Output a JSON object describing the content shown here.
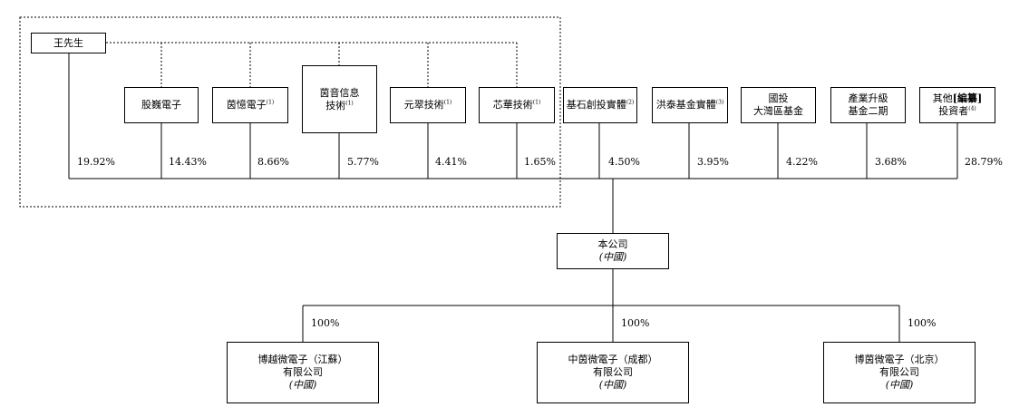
{
  "control_group": {
    "holder": "王先生",
    "entities": [
      {
        "name": "股巍電子",
        "note": "",
        "percent": "14.43%"
      },
      {
        "name": "茵憶電子",
        "note": "(1)",
        "percent": "8.66%"
      },
      {
        "name_line1": "茵音信息",
        "name_line2": "技術",
        "note": "(1)",
        "percent": "5.77%"
      },
      {
        "name": "元翠技術",
        "note": "(1)",
        "percent": "4.41%"
      },
      {
        "name": "芯華技術",
        "note": "(1)",
        "percent": "1.65%"
      }
    ],
    "holder_percent": "19.92%"
  },
  "other_shareholders": [
    {
      "line1": "基石創投實體",
      "note": "(2)",
      "percent": "4.50%"
    },
    {
      "line1": "洪泰基金實體",
      "note": "(3)",
      "percent": "3.95%"
    },
    {
      "line1": "國投",
      "line2": "大灣區基金",
      "percent": "4.22%"
    },
    {
      "line1": "產業升級",
      "line2": "基金二期",
      "percent": "3.68%"
    },
    {
      "line1_prefix": "其他",
      "line1_bold": "[編纂]",
      "line2": "投資者",
      "note": "(4)",
      "percent": "28.79%"
    }
  ],
  "company": {
    "name": "本公司",
    "country": "(中國)"
  },
  "subsidiaries": [
    {
      "line1": "博越微電子（江蘇）",
      "line2": "有限公司",
      "country": "(中國)",
      "percent": "100%"
    },
    {
      "line1": "中茵微電子（成都）",
      "line2": "有限公司",
      "country": "(中國)",
      "percent": "100%"
    },
    {
      "line1": "博茵微電子（北京）",
      "line2": "有限公司",
      "country": "(中國)",
      "percent": "100%"
    }
  ]
}
